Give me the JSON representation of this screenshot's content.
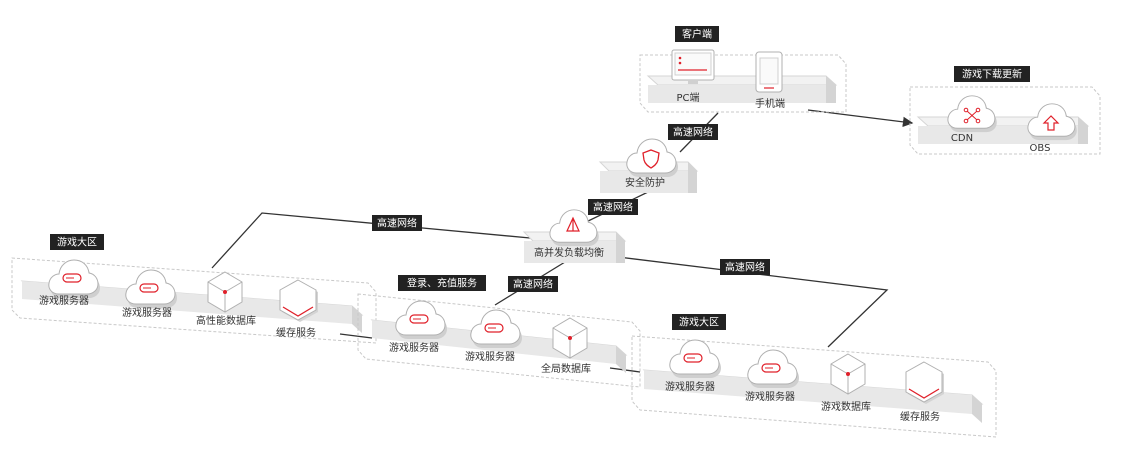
{
  "client_group": {
    "title": "客户端",
    "items": [
      {
        "label": "PC端",
        "icon": "pc-monitor-icon"
      },
      {
        "label": "手机端",
        "icon": "mobile-phone-icon"
      }
    ]
  },
  "update_group": {
    "title": "游戏下载更新",
    "items": [
      {
        "label": "CDN",
        "icon": "cdn-cloud-icon"
      },
      {
        "label": "OBS",
        "icon": "obs-cloud-icon"
      }
    ]
  },
  "security": {
    "label": "安全防护",
    "icon": "shield-cloud-icon"
  },
  "load_balancer": {
    "label": "高并发负载均衡",
    "icon": "load-balancer-cloud-icon"
  },
  "network_labels": {
    "client_to_security": "高速网络",
    "security_to_lb": "高速网络",
    "lb_to_zone1": "高速网络",
    "lb_to_login": "高速网络",
    "lb_to_zone2": "高速网络"
  },
  "zone1": {
    "title": "游戏大区",
    "items": [
      {
        "label": "游戏服务器",
        "icon": "game-server-cloud-icon"
      },
      {
        "label": "游戏服务器",
        "icon": "game-server-cloud-icon"
      },
      {
        "label": "高性能数据库",
        "icon": "database-icon"
      },
      {
        "label": "缓存服务",
        "icon": "cache-hexagon-icon"
      }
    ]
  },
  "login_group": {
    "title": "登录、充值服务",
    "items": [
      {
        "label": "游戏服务器",
        "icon": "game-server-cloud-icon"
      },
      {
        "label": "游戏服务器",
        "icon": "game-server-cloud-icon"
      },
      {
        "label": "全局数据库",
        "icon": "database-icon"
      }
    ]
  },
  "zone2": {
    "title": "游戏大区",
    "items": [
      {
        "label": "游戏服务器",
        "icon": "game-server-cloud-icon"
      },
      {
        "label": "游戏服务器",
        "icon": "game-server-cloud-icon"
      },
      {
        "label": "游戏数据库",
        "icon": "database-icon"
      },
      {
        "label": "缓存服务",
        "icon": "cache-hexagon-icon"
      }
    ]
  },
  "colors": {
    "accent": "#e0202a",
    "tag_bg": "#222222",
    "line": "#333333",
    "platform": "#e9e9e9"
  }
}
